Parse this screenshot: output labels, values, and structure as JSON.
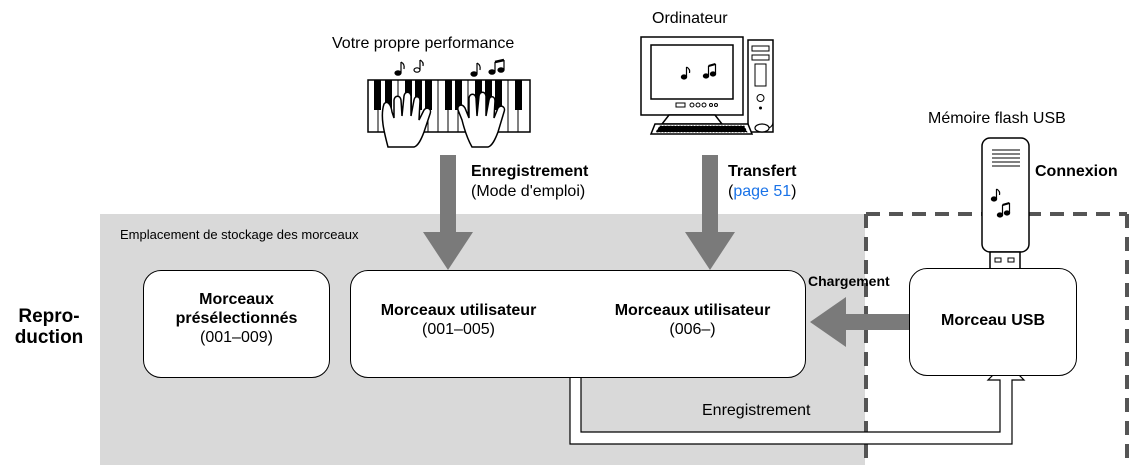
{
  "sources": {
    "performance_label": "Votre propre performance",
    "computer_label": "Ordinateur",
    "usb_memory_label": "Mémoire flash USB"
  },
  "arrows": {
    "recording_title": "Enregistrement",
    "recording_sub": "(Mode d'emploi)",
    "transfer_title": "Transfert",
    "transfer_paren_open": "(",
    "transfer_link": "page 51",
    "transfer_paren_close": ")",
    "connection": "Connexion",
    "loading": "Chargement",
    "saving": "Enregistrement"
  },
  "storage_area": {
    "label": "Emplacement de stockage des morceaux"
  },
  "playback": {
    "line1": "Repro-",
    "line2": "duction"
  },
  "boxes": {
    "preset": {
      "title1": "Morceaux",
      "title2": "présélectionnés",
      "range": "(001–009)"
    },
    "user_a": {
      "title": "Morceaux utilisateur",
      "range": "(001–005)"
    },
    "user_b": {
      "title": "Morceaux utilisateur",
      "range": "(006–)"
    },
    "usb": {
      "title": "Morceau USB"
    }
  },
  "colors": {
    "storage_bg": "#d9d9d9",
    "arrow_gray": "#7a7a7a",
    "dashed_border": "#555555",
    "link_blue": "#1a73e8"
  }
}
